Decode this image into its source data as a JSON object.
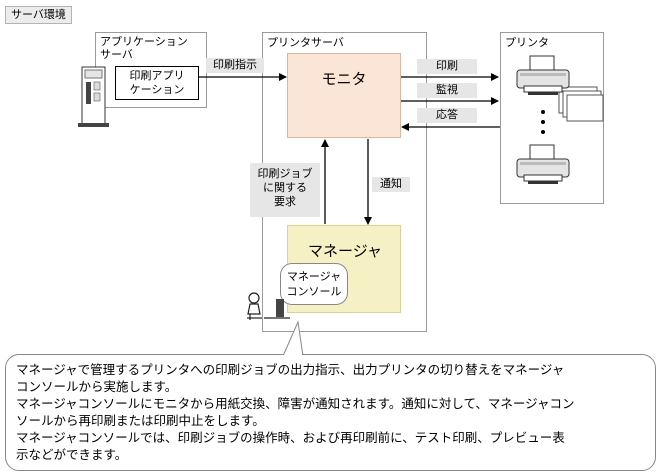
{
  "region": {
    "server_env": "サーバ環境"
  },
  "app_server": {
    "title_line1": "アプリケーション",
    "title_line2": "サーバ",
    "app_line1": "印刷アプリ",
    "app_line2": "ケーション"
  },
  "printer_server": {
    "title": "プリンタサーバ",
    "monitor": "モニタ",
    "manager": "マネージャ"
  },
  "console": {
    "line1": "マネージャ",
    "line2": "コンソール"
  },
  "printer_group": {
    "title": "プリンタ"
  },
  "flows": {
    "print_instruction": "印刷指示",
    "print": "印刷",
    "monitoring": "監視",
    "response": "応答",
    "notify": "通知",
    "job_req_line1": "印刷ジョブ",
    "job_req_line2": "に関する",
    "job_req_line3": "要求"
  },
  "description": [
    "マネージャで管理するプリンタへの印刷ジョブの出力指示、出力プリンタの切り替えをマネージャ",
    "コンソールから実施します。",
    "マネージャコンソールにモニタから用紙交換、障害が通知されます。通知に対して、マネージャコン",
    "ソールから再印刷または印刷中止をします。",
    "マネージャコンソールでは、印刷ジョブの操作時、および再印刷前に、テスト印刷、プレビュー表",
    "示などができます。"
  ]
}
